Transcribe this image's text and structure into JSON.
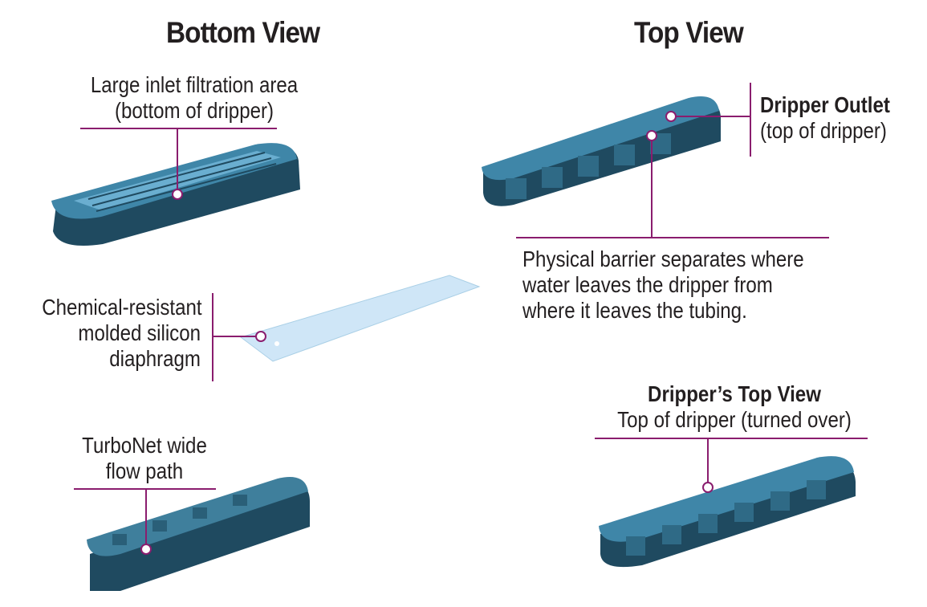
{
  "headings": {
    "bottom_view": "Bottom View",
    "top_view": "Top View"
  },
  "callouts": {
    "inlet": {
      "line1": "Large inlet filtration area",
      "line2": "(bottom of dripper)"
    },
    "outlet": {
      "line1": "Dripper Outlet",
      "line2": "(top of dripper)"
    },
    "barrier": {
      "line1": "Physical barrier separates where",
      "line2": "water leaves the dripper from",
      "line3": "where it leaves the tubing."
    },
    "diaphragm": {
      "line1": "Chemical-resistant",
      "line2": "molded silicon",
      "line3": "diaphragm"
    },
    "flow_path": {
      "line1": "TurboNet wide",
      "line2": "flow path"
    },
    "top_view_detail": {
      "line1": "Dripper’s Top View",
      "line2": "Top of dripper (turned over)"
    }
  },
  "colors": {
    "callout_line": "#8a1d6e",
    "dripper_body": "#2f6a86",
    "dripper_dark": "#1f4a60",
    "diaphragm": "#cfe6f7"
  }
}
